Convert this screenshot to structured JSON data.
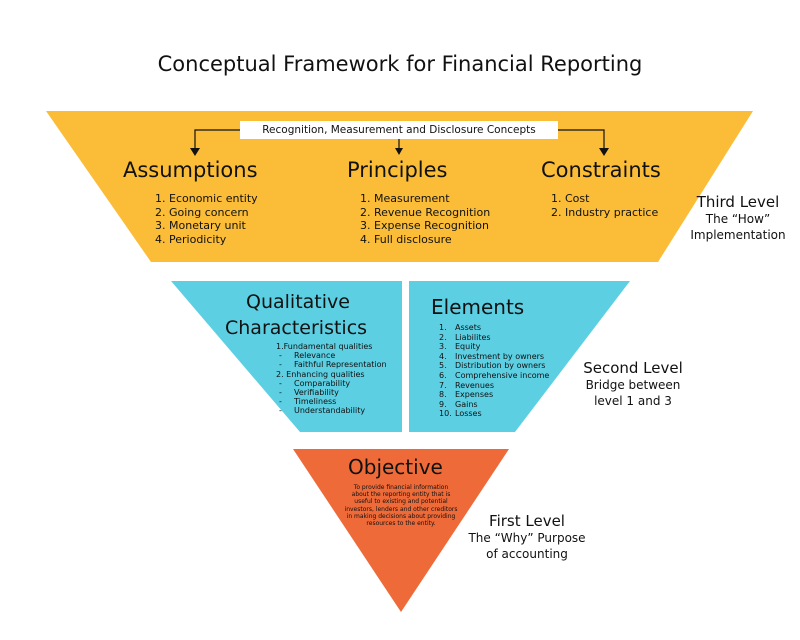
{
  "title": "Conceptual Framework for Financial Reporting",
  "third_tier": {
    "banner": "Recognition, Measurement and Disclosure Concepts",
    "columns": [
      {
        "heading": "Assumptions",
        "items": [
          "Economic entity",
          "Going concern",
          "Monetary unit",
          "Periodicity"
        ]
      },
      {
        "heading": "Principles",
        "items": [
          "Measurement",
          "Revenue Recognition",
          "Expense Recognition",
          "Full disclosure"
        ]
      },
      {
        "heading": "Constraints",
        "items": [
          "Cost",
          "Industry practice"
        ]
      }
    ]
  },
  "second_tier": {
    "qualitative": {
      "heading_line1": "Qualitative",
      "heading_line2": "Characteristics",
      "group1": "1.Fundamental qualities",
      "group1_items": [
        "Relevance",
        "Faithful Representation"
      ],
      "group2": "2. Enhancing qualities",
      "group2_items": [
        "Comparability",
        "Verifiability",
        "Timeliness",
        "Understandability"
      ],
      "dash": "-"
    },
    "elements": {
      "heading": "Elements",
      "items": [
        "Assets",
        "Liabilites",
        "Equity",
        "Investment by owners",
        "Distribution by owners",
        "Comprehensive income",
        "Revenues",
        "Expenses",
        "Gains",
        "Losses"
      ]
    }
  },
  "first_tier": {
    "heading": "Objective",
    "text_lines": [
      "To provide financial information",
      "about the reporting entity that is",
      "useful to existing and potential",
      "investors, lenders and other creditors",
      "in making decisions about providing",
      "resources to the entity."
    ]
  },
  "levels": {
    "third": {
      "title": "Third Level",
      "desc1": "The “How”",
      "desc2": "Implementation"
    },
    "second": {
      "title": "Second Level",
      "desc1": "Bridge between",
      "desc2": "level 1 and 3"
    },
    "first": {
      "title": "First Level",
      "desc1": "The “Why” Purpose",
      "desc2": "of accounting"
    }
  },
  "colors": {
    "third_tier": "#FBBD38",
    "second_tier": "#5CCFE3",
    "first_tier": "#EE6A39",
    "arrow": "#111111"
  }
}
